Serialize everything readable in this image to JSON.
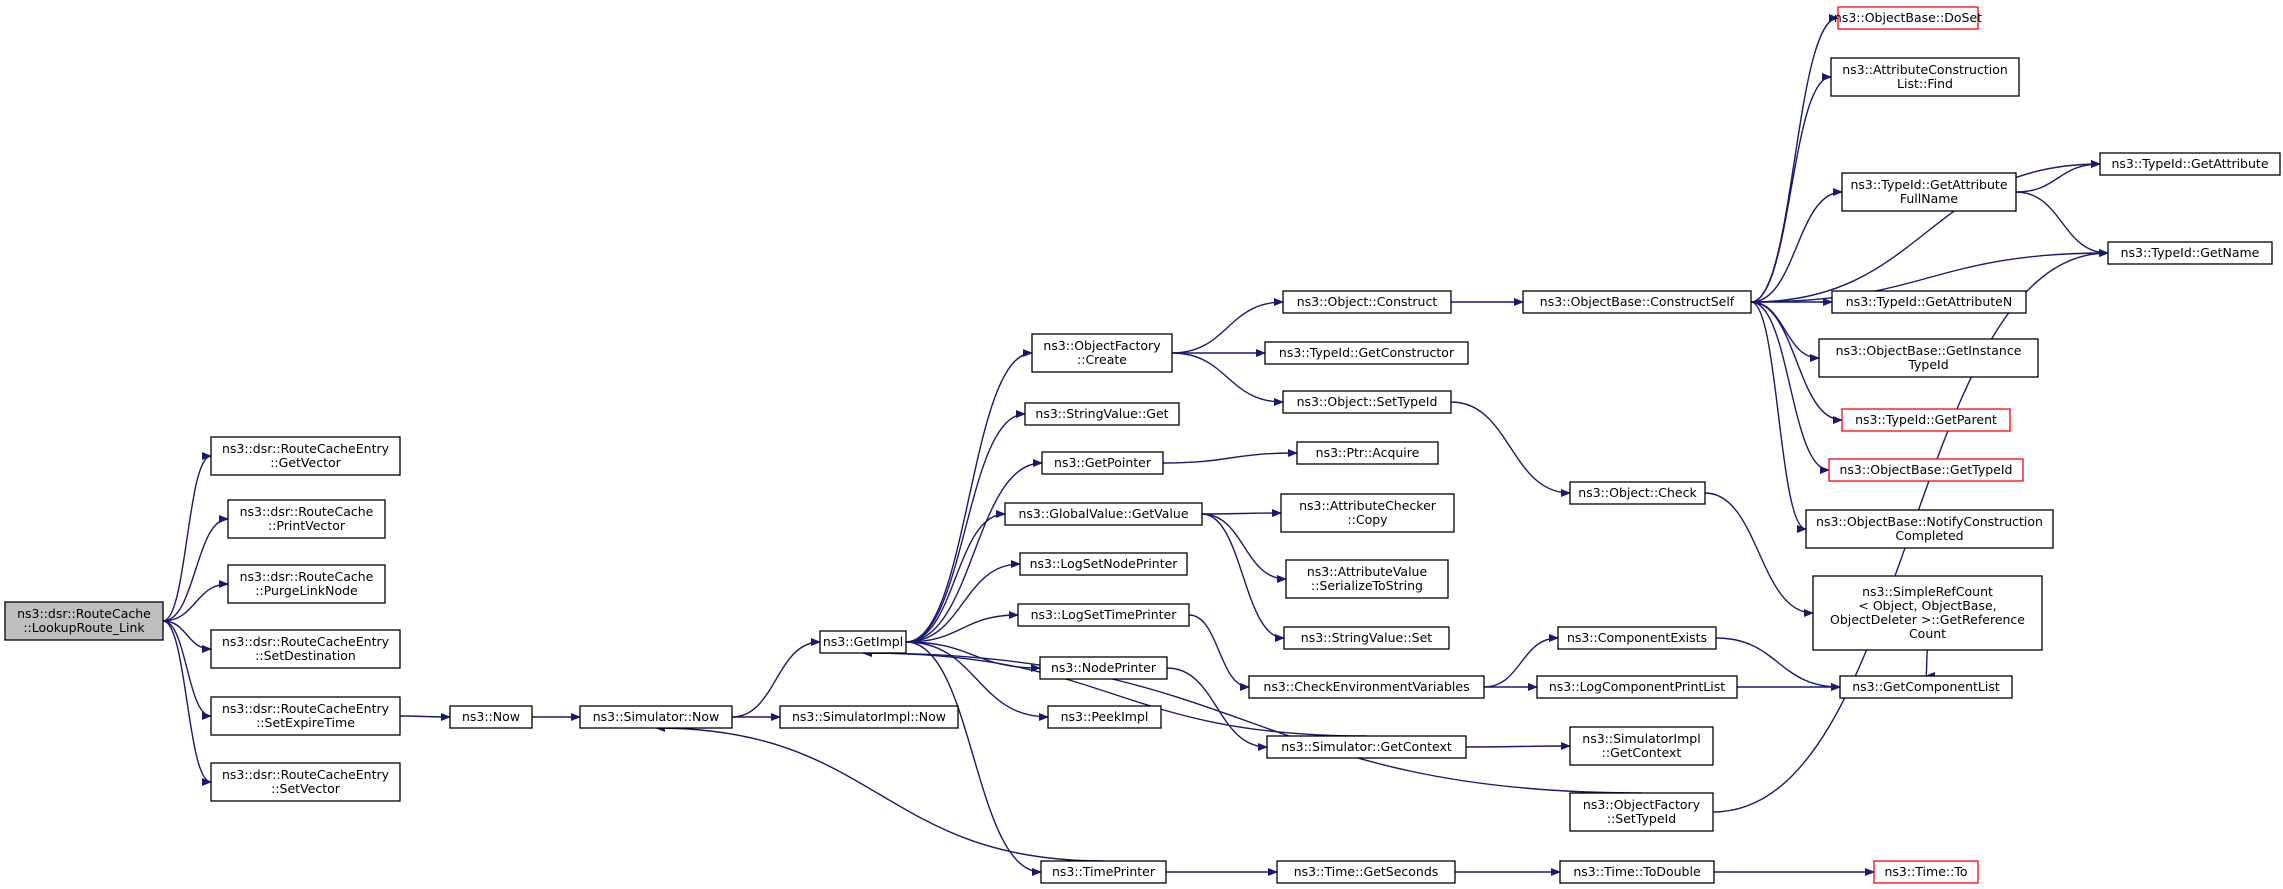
{
  "graph": {
    "root": "lookup_route_link",
    "colors": {
      "edge": "#191970",
      "node_border": "#000000",
      "root_fill": "#bfbfbf",
      "truncated_border": "#ff0000"
    },
    "nodes": [
      {
        "id": "lookup_route_link",
        "lines": [
          "ns3::dsr::RouteCache",
          "::LookupRoute_Link"
        ],
        "style": "root"
      },
      {
        "id": "rce_getvector",
        "lines": [
          "ns3::dsr::RouteCacheEntry",
          "::GetVector"
        ]
      },
      {
        "id": "rc_printvector",
        "lines": [
          "ns3::dsr::RouteCache",
          "::PrintVector"
        ]
      },
      {
        "id": "rc_purgelinknode",
        "lines": [
          "ns3::dsr::RouteCache",
          "::PurgeLinkNode"
        ]
      },
      {
        "id": "rce_setdestination",
        "lines": [
          "ns3::dsr::RouteCacheEntry",
          "::SetDestination"
        ]
      },
      {
        "id": "rce_setexpiretime",
        "lines": [
          "ns3::dsr::RouteCacheEntry",
          "::SetExpireTime"
        ]
      },
      {
        "id": "rce_setvector",
        "lines": [
          "ns3::dsr::RouteCacheEntry",
          "::SetVector"
        ]
      },
      {
        "id": "now",
        "lines": [
          "ns3::Now"
        ]
      },
      {
        "id": "simulator_now",
        "lines": [
          "ns3::Simulator::Now"
        ]
      },
      {
        "id": "simulatorimpl_now",
        "lines": [
          "ns3::SimulatorImpl::Now"
        ]
      },
      {
        "id": "getimpl",
        "lines": [
          "ns3::GetImpl"
        ]
      },
      {
        "id": "objectfactory_create",
        "lines": [
          "ns3::ObjectFactory",
          "::Create"
        ]
      },
      {
        "id": "stringvalue_get",
        "lines": [
          "ns3::StringValue::Get"
        ]
      },
      {
        "id": "getpointer",
        "lines": [
          "ns3::GetPointer"
        ]
      },
      {
        "id": "globalvalue_getvalue",
        "lines": [
          "ns3::GlobalValue::GetValue"
        ]
      },
      {
        "id": "logsetnodeprinter",
        "lines": [
          "ns3::LogSetNodePrinter"
        ]
      },
      {
        "id": "logsettimeprinter",
        "lines": [
          "ns3::LogSetTimePrinter"
        ]
      },
      {
        "id": "nodeprinter",
        "lines": [
          "ns3::NodePrinter"
        ]
      },
      {
        "id": "peekimpl",
        "lines": [
          "ns3::PeekImpl"
        ]
      },
      {
        "id": "timeprinter",
        "lines": [
          "ns3::TimePrinter"
        ]
      },
      {
        "id": "object_construct",
        "lines": [
          "ns3::Object::Construct"
        ]
      },
      {
        "id": "typeid_getconstructor",
        "lines": [
          "ns3::TypeId::GetConstructor"
        ]
      },
      {
        "id": "object_settypeid",
        "lines": [
          "ns3::Object::SetTypeId"
        ]
      },
      {
        "id": "ptr_acquire",
        "lines": [
          "ns3::Ptr::Acquire"
        ]
      },
      {
        "id": "attributechecker_copy",
        "lines": [
          "ns3::AttributeChecker",
          "::Copy"
        ]
      },
      {
        "id": "attributevalue_serialize",
        "lines": [
          "ns3::AttributeValue",
          "::SerializeToString"
        ]
      },
      {
        "id": "stringvalue_set",
        "lines": [
          "ns3::StringValue::Set"
        ]
      },
      {
        "id": "checkenvvars",
        "lines": [
          "ns3::CheckEnvironmentVariables"
        ]
      },
      {
        "id": "simulator_getcontext",
        "lines": [
          "ns3::Simulator::GetContext"
        ]
      },
      {
        "id": "time_getseconds",
        "lines": [
          "ns3::Time::GetSeconds"
        ]
      },
      {
        "id": "objectbase_constructself",
        "lines": [
          "ns3::ObjectBase::ConstructSelf"
        ]
      },
      {
        "id": "object_check",
        "lines": [
          "ns3::Object::Check"
        ]
      },
      {
        "id": "componentexists",
        "lines": [
          "ns3::ComponentExists"
        ]
      },
      {
        "id": "logcomponentprintlist",
        "lines": [
          "ns3::LogComponentPrintList"
        ]
      },
      {
        "id": "simulatorimpl_getcontext",
        "lines": [
          "ns3::SimulatorImpl",
          "::GetContext"
        ]
      },
      {
        "id": "objectfactory_settypeid",
        "lines": [
          "ns3::ObjectFactory",
          "::SetTypeId"
        ]
      },
      {
        "id": "time_todouble",
        "lines": [
          "ns3::Time::ToDouble"
        ]
      },
      {
        "id": "objectbase_doset",
        "lines": [
          "ns3::ObjectBase::DoSet"
        ],
        "style": "truncated"
      },
      {
        "id": "attrconstructionlist_find",
        "lines": [
          "ns3::AttributeConstruction",
          "List::Find"
        ]
      },
      {
        "id": "typeid_getattributefullname",
        "lines": [
          "ns3::TypeId::GetAttribute",
          "FullName"
        ]
      },
      {
        "id": "typeid_getattributen",
        "lines": [
          "ns3::TypeId::GetAttributeN"
        ]
      },
      {
        "id": "objectbase_getinstancetypeid",
        "lines": [
          "ns3::ObjectBase::GetInstance",
          "TypeId"
        ]
      },
      {
        "id": "typeid_getparent",
        "lines": [
          "ns3::TypeId::GetParent"
        ],
        "style": "truncated"
      },
      {
        "id": "objectbase_gettypeid",
        "lines": [
          "ns3::ObjectBase::GetTypeId"
        ],
        "style": "truncated"
      },
      {
        "id": "objectbase_notifyconstruction",
        "lines": [
          "ns3::ObjectBase::NotifyConstruction",
          "Completed"
        ]
      },
      {
        "id": "simplerefcount",
        "lines": [
          "ns3::SimpleRefCount",
          "< Object, ObjectBase,",
          "ObjectDeleter >::GetReference",
          "Count"
        ]
      },
      {
        "id": "time_to",
        "lines": [
          "ns3::Time::To"
        ],
        "style": "truncated"
      },
      {
        "id": "typeid_getattribute",
        "lines": [
          "ns3::TypeId::GetAttribute"
        ]
      },
      {
        "id": "typeid_getname",
        "lines": [
          "ns3::TypeId::GetName"
        ]
      },
      {
        "id": "getcomponentlist",
        "lines": [
          "ns3::GetComponentList"
        ]
      }
    ],
    "edges": [
      [
        "lookup_route_link",
        "rce_getvector"
      ],
      [
        "lookup_route_link",
        "rc_printvector"
      ],
      [
        "lookup_route_link",
        "rc_purgelinknode"
      ],
      [
        "lookup_route_link",
        "rce_setdestination"
      ],
      [
        "lookup_route_link",
        "rce_setexpiretime"
      ],
      [
        "lookup_route_link",
        "rce_setvector"
      ],
      [
        "rce_setexpiretime",
        "now"
      ],
      [
        "now",
        "simulator_now"
      ],
      [
        "simulator_now",
        "getimpl"
      ],
      [
        "simulator_now",
        "simulatorimpl_now"
      ],
      [
        "getimpl",
        "objectfactory_create"
      ],
      [
        "getimpl",
        "stringvalue_get"
      ],
      [
        "getimpl",
        "getpointer"
      ],
      [
        "getimpl",
        "globalvalue_getvalue"
      ],
      [
        "getimpl",
        "logsetnodeprinter"
      ],
      [
        "getimpl",
        "logsettimeprinter"
      ],
      [
        "getimpl",
        "nodeprinter"
      ],
      [
        "getimpl",
        "peekimpl"
      ],
      [
        "getimpl",
        "timeprinter"
      ],
      [
        "objectfactory_create",
        "object_construct"
      ],
      [
        "objectfactory_create",
        "typeid_getconstructor"
      ],
      [
        "objectfactory_create",
        "object_settypeid"
      ],
      [
        "getpointer",
        "ptr_acquire"
      ],
      [
        "globalvalue_getvalue",
        "attributechecker_copy"
      ],
      [
        "globalvalue_getvalue",
        "attributevalue_serialize"
      ],
      [
        "globalvalue_getvalue",
        "stringvalue_set"
      ],
      [
        "logsettimeprinter",
        "checkenvvars"
      ],
      [
        "nodeprinter",
        "simulator_getcontext"
      ],
      [
        "timeprinter",
        "simulator_now"
      ],
      [
        "timeprinter",
        "time_getseconds"
      ],
      [
        "object_construct",
        "objectbase_constructself"
      ],
      [
        "object_settypeid",
        "object_check"
      ],
      [
        "checkenvvars",
        "componentexists"
      ],
      [
        "checkenvvars",
        "logcomponentprintlist"
      ],
      [
        "simulator_getcontext",
        "getimpl"
      ],
      [
        "simulator_getcontext",
        "simulatorimpl_getcontext"
      ],
      [
        "objectfactory_settypeid",
        "getimpl"
      ],
      [
        "objectfactory_settypeid",
        "typeid_getname"
      ],
      [
        "time_getseconds",
        "time_todouble"
      ],
      [
        "time_todouble",
        "time_to"
      ],
      [
        "objectbase_constructself",
        "objectbase_doset"
      ],
      [
        "objectbase_constructself",
        "attrconstructionlist_find"
      ],
      [
        "objectbase_constructself",
        "typeid_getattribute"
      ],
      [
        "objectbase_constructself",
        "typeid_getattributefullname"
      ],
      [
        "objectbase_constructself",
        "typeid_getname"
      ],
      [
        "objectbase_constructself",
        "typeid_getattributen"
      ],
      [
        "objectbase_constructself",
        "objectbase_getinstancetypeid"
      ],
      [
        "objectbase_constructself",
        "typeid_getparent"
      ],
      [
        "objectbase_constructself",
        "objectbase_gettypeid"
      ],
      [
        "objectbase_constructself",
        "objectbase_notifyconstruction"
      ],
      [
        "object_check",
        "simplerefcount"
      ],
      [
        "componentexists",
        "getcomponentlist"
      ],
      [
        "logcomponentprintlist",
        "getcomponentlist"
      ],
      [
        "typeid_getattributefullname",
        "typeid_getattribute"
      ],
      [
        "typeid_getattributefullname",
        "typeid_getname"
      ],
      [
        "simplerefcount",
        "getcomponentlist"
      ]
    ]
  }
}
